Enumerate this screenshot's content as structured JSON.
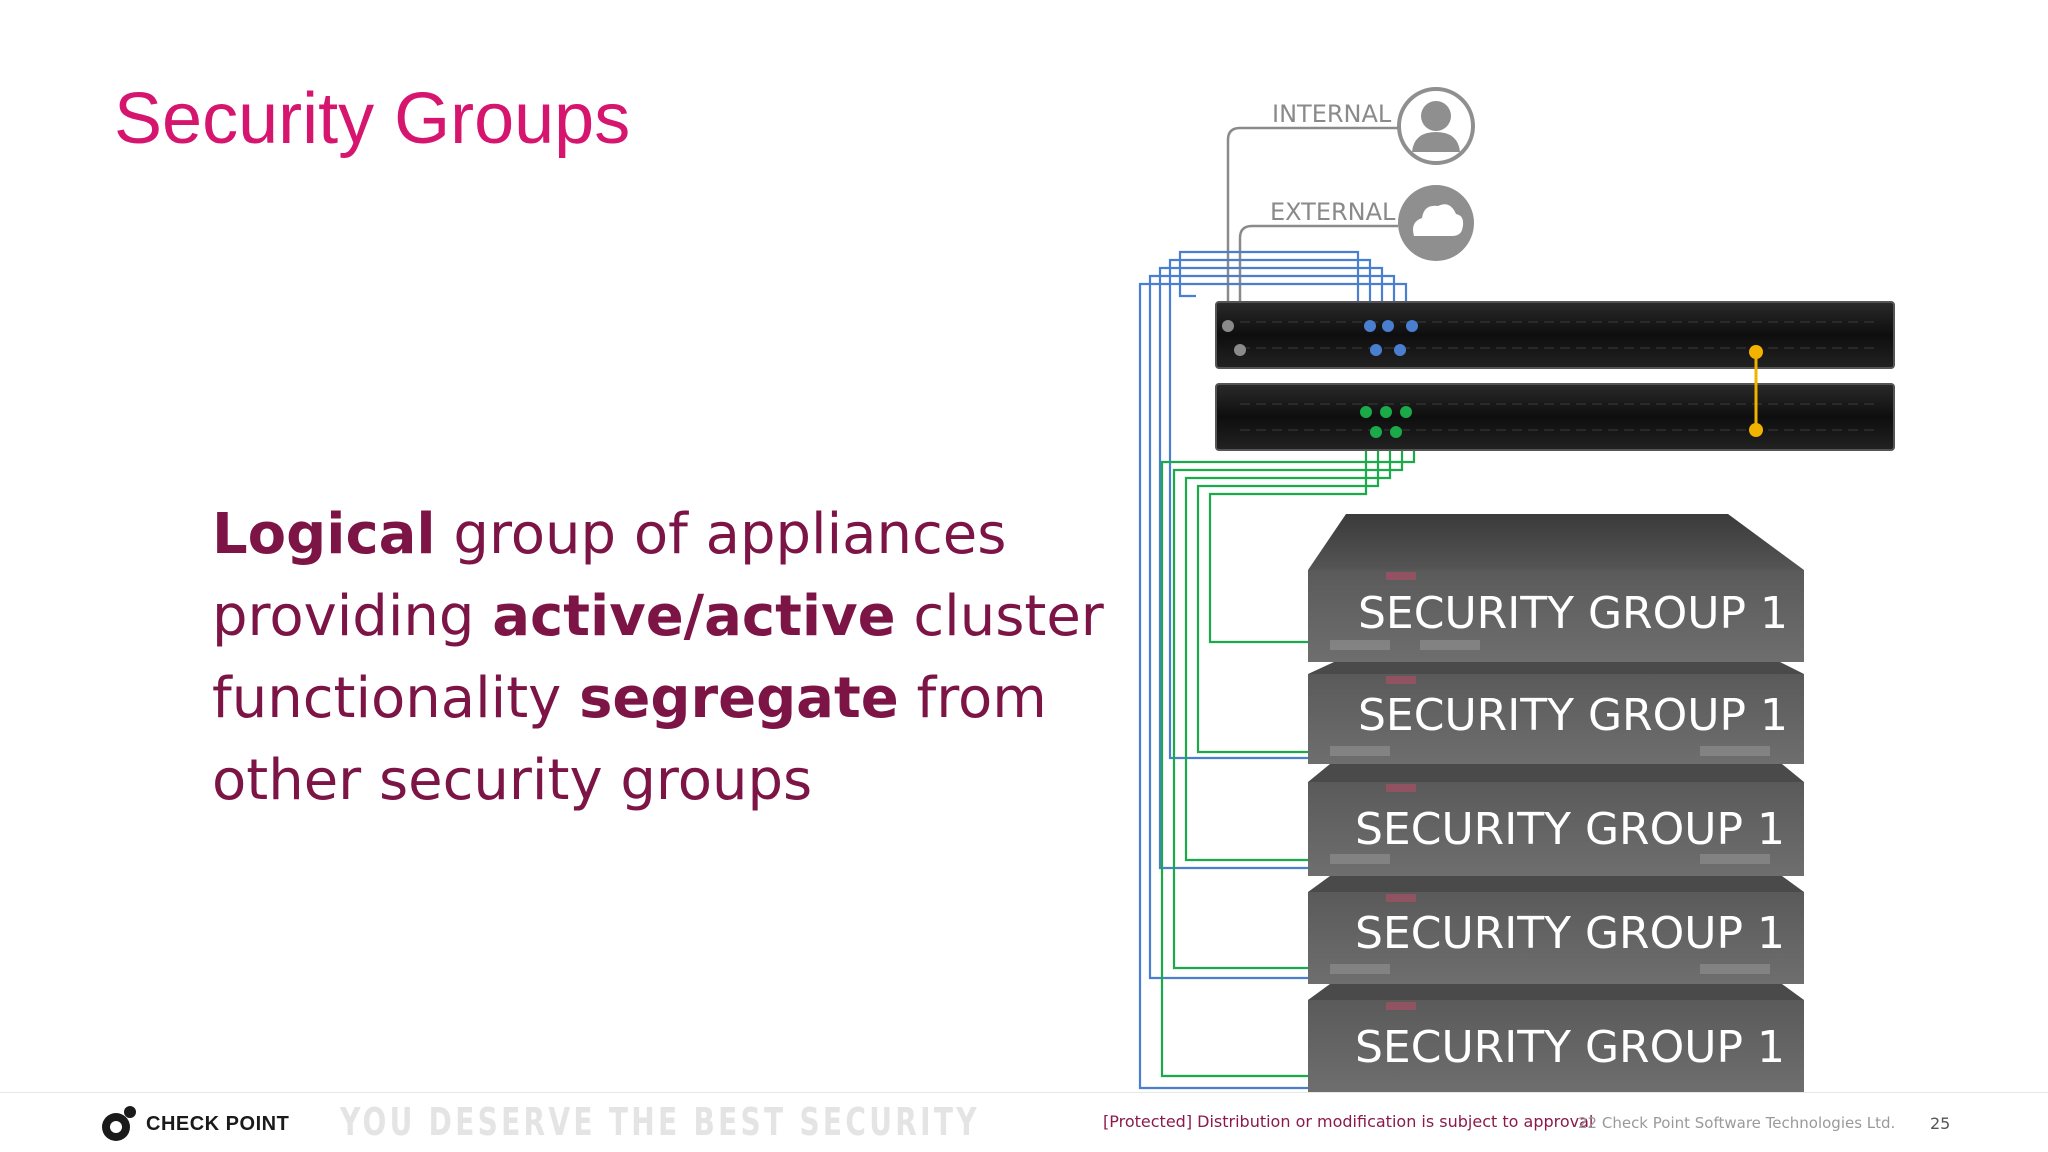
{
  "slide": {
    "title": "Security Groups",
    "body": {
      "line1_bold": "Logical",
      "line1_rest": " group of appliances",
      "line2_pre": "providing ",
      "line2_bold": "active/active",
      "line2_post": " cluster",
      "line3_pre": "functionality ",
      "line3_bold": "segregate",
      "line3_post": " from",
      "line4": "other security groups"
    }
  },
  "diagram": {
    "internal_label": "INTERNAL",
    "external_label": "EXTERNAL",
    "icons": [
      "user-icon",
      "cloud-icon"
    ],
    "groups": [
      "SECURITY GROUP 1",
      "SECURITY GROUP 1",
      "SECURITY GROUP 1",
      "SECURITY GROUP 1",
      "SECURITY GROUP 1"
    ],
    "colors": {
      "uplink": "#8a8a8a",
      "blue": "#4a7fd0",
      "green": "#1aaa4a",
      "sync": "#f2b300",
      "switch": "#151515",
      "appliance": "#5e5e5e"
    }
  },
  "footer": {
    "logo_text": "CHECK POINT",
    "tagline": "YOU DESERVE THE BEST SECURITY",
    "protected": "[Protected] Distribution or modification is subject to approval",
    "copyright": "22 Check Point Software Technologies Ltd.",
    "page": "25"
  },
  "theme": {
    "title_color": "#d6156f",
    "body_color": "#7d1446"
  }
}
